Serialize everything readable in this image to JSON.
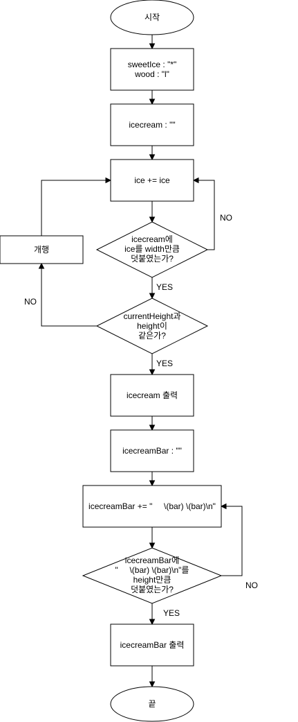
{
  "nodes": {
    "start": "시작",
    "init": [
      "sweetIce : \"*\"",
      "wood : \"l\""
    ],
    "icecream_init": "icecream : \"\"",
    "append_ice": "ice += ice",
    "check_width": [
      "icecream에",
      "ice를 width만큼",
      "덧붙였는가?"
    ],
    "newline": "개행",
    "check_height": [
      "currentHeight과",
      "height이",
      "같은가?"
    ],
    "print_icecream": "icecream 출력",
    "bar_init": "icecreamBar : \"\"",
    "append_bar": "icecreamBar += \"     \\(bar) \\(bar)\\n\"",
    "check_bar": [
      "icecreamBar에",
      "\"     \\(bar) \\(bar)\\n\"를",
      "height만큼",
      "덧붙였는가?"
    ],
    "print_bar": "icecreamBar 출력",
    "end": "끝"
  },
  "labels": {
    "no_1": "NO",
    "yes_1": "YES",
    "no_2": "NO",
    "yes_2": "YES",
    "no_3": "NO",
    "yes_3": "YES"
  }
}
